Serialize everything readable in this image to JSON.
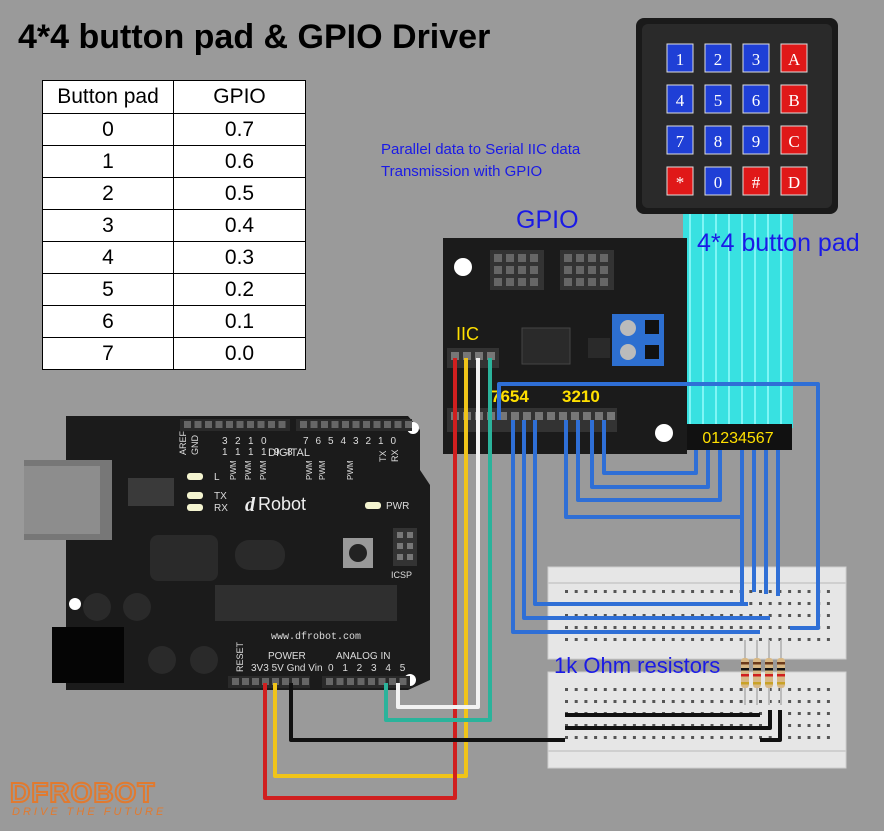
{
  "title": "4*4 button pad & GPIO Driver",
  "table": {
    "headers": [
      "Button pad",
      "GPIO"
    ],
    "rows": [
      [
        "0",
        "0.7"
      ],
      [
        "1",
        "0.6"
      ],
      [
        "2",
        "0.5"
      ],
      [
        "3",
        "0.4"
      ],
      [
        "4",
        "0.3"
      ],
      [
        "5",
        "0.2"
      ],
      [
        "6",
        "0.1"
      ],
      [
        "7",
        "0.0"
      ]
    ]
  },
  "labels": {
    "parallel_note_1": "Parallel data to Serial IIC data",
    "parallel_note_2": "Transmission with GPIO",
    "gpio": "GPIO",
    "button_pad": "4*4 button pad",
    "resistors": "1k Ohm resistors",
    "iic": "IIC",
    "pins_high": "7654",
    "pins_low": "3210",
    "pad_connector": "01234567"
  },
  "keypad": {
    "keys": [
      "1",
      "2",
      "3",
      "A",
      "4",
      "5",
      "6",
      "B",
      "7",
      "8",
      "9",
      "C",
      "*",
      "0",
      "#",
      "D"
    ]
  },
  "arduino": {
    "brand": "Robot",
    "url": "www.dfrobot.com",
    "digital_label": "DIGITAL",
    "analog_label": "ANALOG IN",
    "power_label": "POWER",
    "power_pins": "3V3 5V Gnd Vin",
    "analog_pins": "0 1 2 3 4 5",
    "aref": "AREF",
    "gnd": "GND",
    "reset": "RESET",
    "icsp": "ICSP",
    "pwr": "PWR",
    "led_l": "L",
    "led_tx": "TX",
    "led_rx": "RX",
    "pwm": "PWM",
    "digital_pins_a": [
      "1",
      "1",
      "1",
      "1",
      "9",
      "8"
    ],
    "digital_pins_a_top": [
      "3",
      "2",
      "1",
      "0"
    ],
    "digital_pins_b": [
      "7",
      "6",
      "5",
      "4",
      "3",
      "2",
      "1",
      "0"
    ],
    "tx": "TX",
    "rx": "RX"
  },
  "logo": {
    "main": "DFROBOT",
    "tagline": "DRIVE THE FUTURE"
  },
  "colors": {
    "background": "#9a9a9a",
    "label_blue": "#1a1ae6",
    "board": "#1b1b1b",
    "wire_blue": "#2f6fd6",
    "wire_red": "#d01f1f",
    "wire_yellow": "#f0c419",
    "wire_white": "#f2f2f2",
    "wire_green": "#2bb39b",
    "ribbon": "#33e5e5",
    "key_blue": "#1f3fd6",
    "key_red": "#e01818",
    "logo_orange": "#e07a30"
  }
}
